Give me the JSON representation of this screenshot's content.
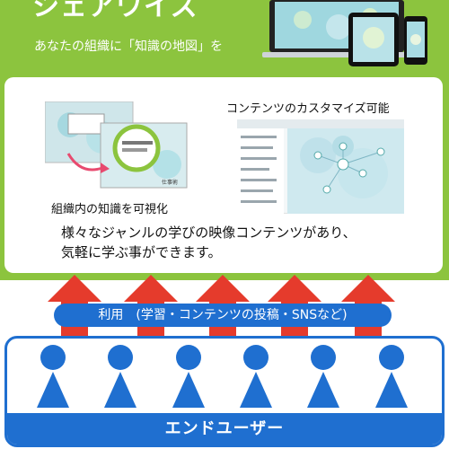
{
  "header": {
    "title": "シェアワイズ",
    "subtitle": "あなたの組織に「知識の地図」を"
  },
  "features": {
    "knowledge_visualization": "組織内の知識を可視化",
    "customization": "コンテンツのカスタマイズ可能",
    "description_lines": [
      "様々なジャンルの学びの映像コンテンツがあり、",
      "気軽に学ぶ事ができます。"
    ]
  },
  "usage": {
    "label": "利用　(学習・コンテンツの投稿・SNSなど)"
  },
  "end_users": {
    "label": "エンドユーザー",
    "count": 6
  },
  "colors": {
    "green": "#8cc43e",
    "blue": "#1f6fd0",
    "arrow_red": "#e53b2c"
  }
}
